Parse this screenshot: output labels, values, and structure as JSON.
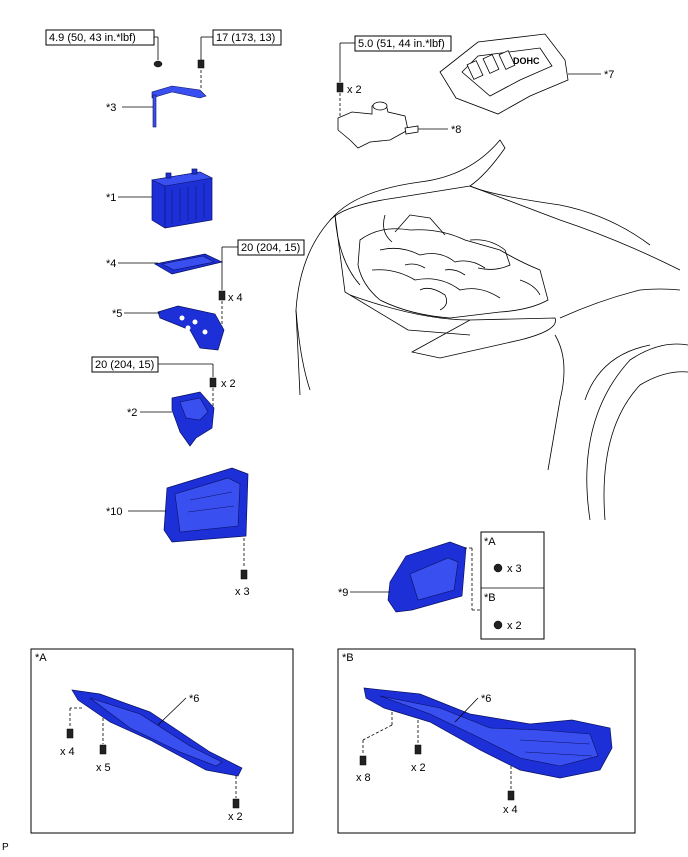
{
  "torques": {
    "t1": "4.9 (50, 43 in.*lbf)",
    "t2": "17 (173, 13)",
    "t3": "5.0 (51, 44 in.*lbf)",
    "t4": "20 (204, 15)",
    "t5": "20 (204, 15)"
  },
  "callouts": {
    "c1": "*1",
    "c2": "*2",
    "c3": "*3",
    "c4": "*4",
    "c5": "*5",
    "c6a": "*6",
    "c6b": "*6",
    "c7": "*7",
    "c8": "*8",
    "c9": "*9",
    "c10": "*10"
  },
  "quantities": {
    "q_cap_x2": "x 2",
    "q_cover_x4": "x 4",
    "q_panel_x2": "x 2",
    "q_lower_x3": "x 3",
    "q_legend_a": "x 3",
    "q_legend_b": "x 2",
    "qa_x4": "x 4",
    "qa_x5": "x 5",
    "qa_x2": "x 2",
    "qb_x8": "x 8",
    "qb_x2": "x 2",
    "qb_x4": "x 4"
  },
  "legend": {
    "a": "*A",
    "b": "*B"
  },
  "panels": {
    "a": "*A",
    "b": "*B"
  },
  "footer": "P"
}
